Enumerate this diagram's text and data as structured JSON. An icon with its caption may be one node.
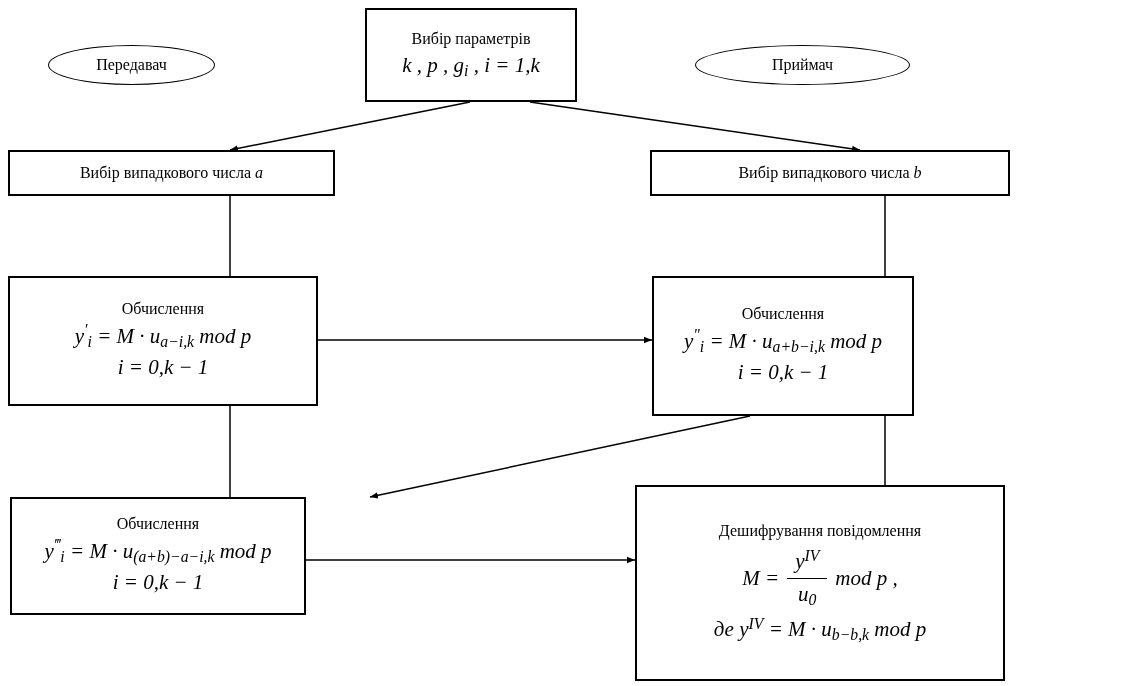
{
  "diagram": {
    "nodes": [
      {
        "text": [
          "Передавач"
        ]
      },
      {
        "text": [
          "Вибір параметрів",
          "k , p , g$_{i}$ , i = 1,k"
        ]
      },
      {
        "text": [
          "Приймач"
        ]
      },
      {
        "text": [
          "Вибір випадкового числа *a*"
        ]
      },
      {
        "text": [
          "Вибір випадкового числа *b*"
        ]
      },
      {
        "text": [
          "Обчислення",
          "y$^{′}$$_{i}$ = M · u$_{a−i,k}$ mod p",
          "i = 0,k − 1"
        ]
      },
      {
        "text": [
          "Обчислення",
          "y$^{″}$$_{i}$ = M · u$_{a+b−i,k}$ mod p",
          "i = 0,k − 1"
        ]
      },
      {
        "text": [
          "Обчислення",
          "y$^{‴}$$_{i}$ = M · u$_{(a+b)−a−i,k}$ mod p",
          "i = 0,k − 1"
        ]
      },
      {
        "text": [
          "Дешифрування повідомлення",
          "M =",
          "y$^{IV}$",
          "u$_{0}$",
          "mod p ,",
          "де y$^{IV}$ = M · u$_{b−b,k}$ mod p"
        ]
      }
    ],
    "edges": [
      {
        "from": 1,
        "to": 3,
        "arrow": "to"
      },
      {
        "from": 1,
        "to": 4,
        "arrow": "to"
      },
      {
        "from": 3,
        "to": 5,
        "arrow": "none"
      },
      {
        "from": 4,
        "to": 6,
        "arrow": "none"
      },
      {
        "from": 5,
        "to": 6,
        "arrow": "to"
      },
      {
        "from": 6,
        "to": 7,
        "arrow": "to"
      },
      {
        "from": 5,
        "to": 7,
        "arrow": "none"
      },
      {
        "from": 6,
        "to": 8,
        "arrow": "none"
      },
      {
        "from": 7,
        "to": 8,
        "arrow": "to"
      }
    ]
  }
}
